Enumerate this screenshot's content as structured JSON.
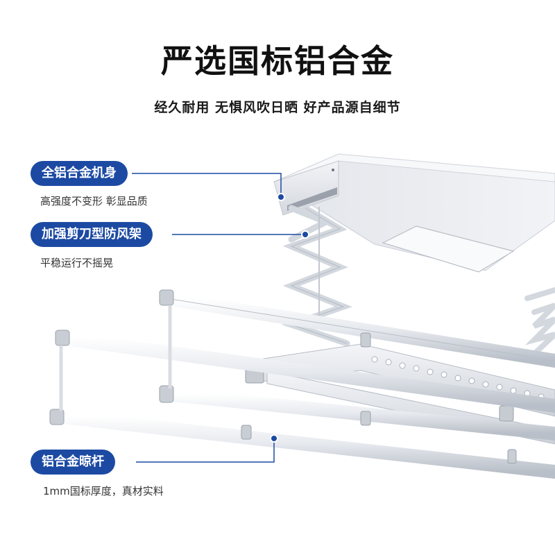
{
  "header": {
    "title": "严选国标铝合金",
    "subtitle": "经久耐用 无惧风吹日晒 好产品源自细节"
  },
  "callouts": [
    {
      "label": "全铝合金机身",
      "desc": "高强度不变形 彰显品质"
    },
    {
      "label": "加强剪刀型防风架",
      "desc": "平稳运行不摇晃"
    },
    {
      "label": "铝合金晾杆",
      "desc": "1mm国标厚度，真材实料"
    }
  ],
  "colors": {
    "accent": "#1c4aa3",
    "background": "#ffffff",
    "title": "#111111"
  }
}
